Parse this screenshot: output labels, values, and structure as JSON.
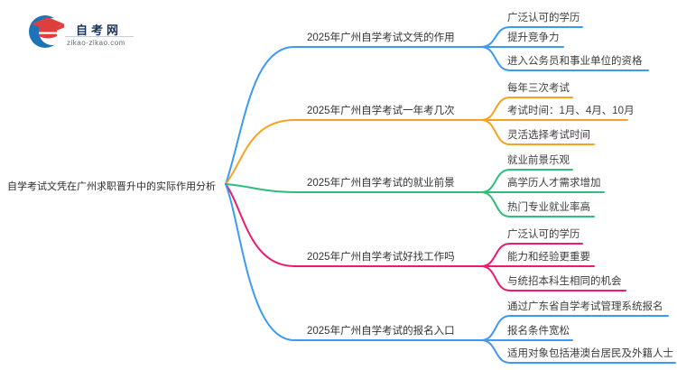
{
  "logo": {
    "title": "自考网",
    "domain": "zikao-zikao.com"
  },
  "colors": {
    "blue": "#3D9AF2",
    "orange": "#F8A21F",
    "green": "#2EBD7C",
    "pink": "#ED1B6F",
    "logo_navy": "#17325C",
    "logo_red": "#DD3F3F",
    "logo_blue": "#1E72B8"
  },
  "central_topic": "自学考试文凭在广州求职晋升中的实际作用分析",
  "branches": [
    {
      "label": "2025年广州自学考试文凭的作用",
      "color": "#3D9AF2",
      "leaves": [
        "广泛认可的学历",
        "提升竞争力",
        "进入公务员和事业单位的资格"
      ]
    },
    {
      "label": "2025年广州自学考试一年考几次",
      "color": "#F8A21F",
      "leaves": [
        "每年三次考试",
        "考试时间：1月、4月、10月",
        "灵活选择考试时间"
      ]
    },
    {
      "label": "2025年广州自学考试的就业前景",
      "color": "#2EBD7C",
      "leaves": [
        "就业前景乐观",
        "高学历人才需求增加",
        "热门专业就业率高"
      ]
    },
    {
      "label": "2025年广州自学考试好找工作吗",
      "color": "#ED1B6F",
      "leaves": [
        "广泛认可的学历",
        "能力和经验更重要",
        "与统招本科生相同的机会"
      ]
    },
    {
      "label": "2025年广州自学考试的报名入口",
      "color": "#3D9AF2",
      "leaves": [
        "通过广东省自学考试管理系统报名",
        "报名条件宽松",
        "适用对象包括港澳台居民及外籍人士"
      ]
    }
  ]
}
